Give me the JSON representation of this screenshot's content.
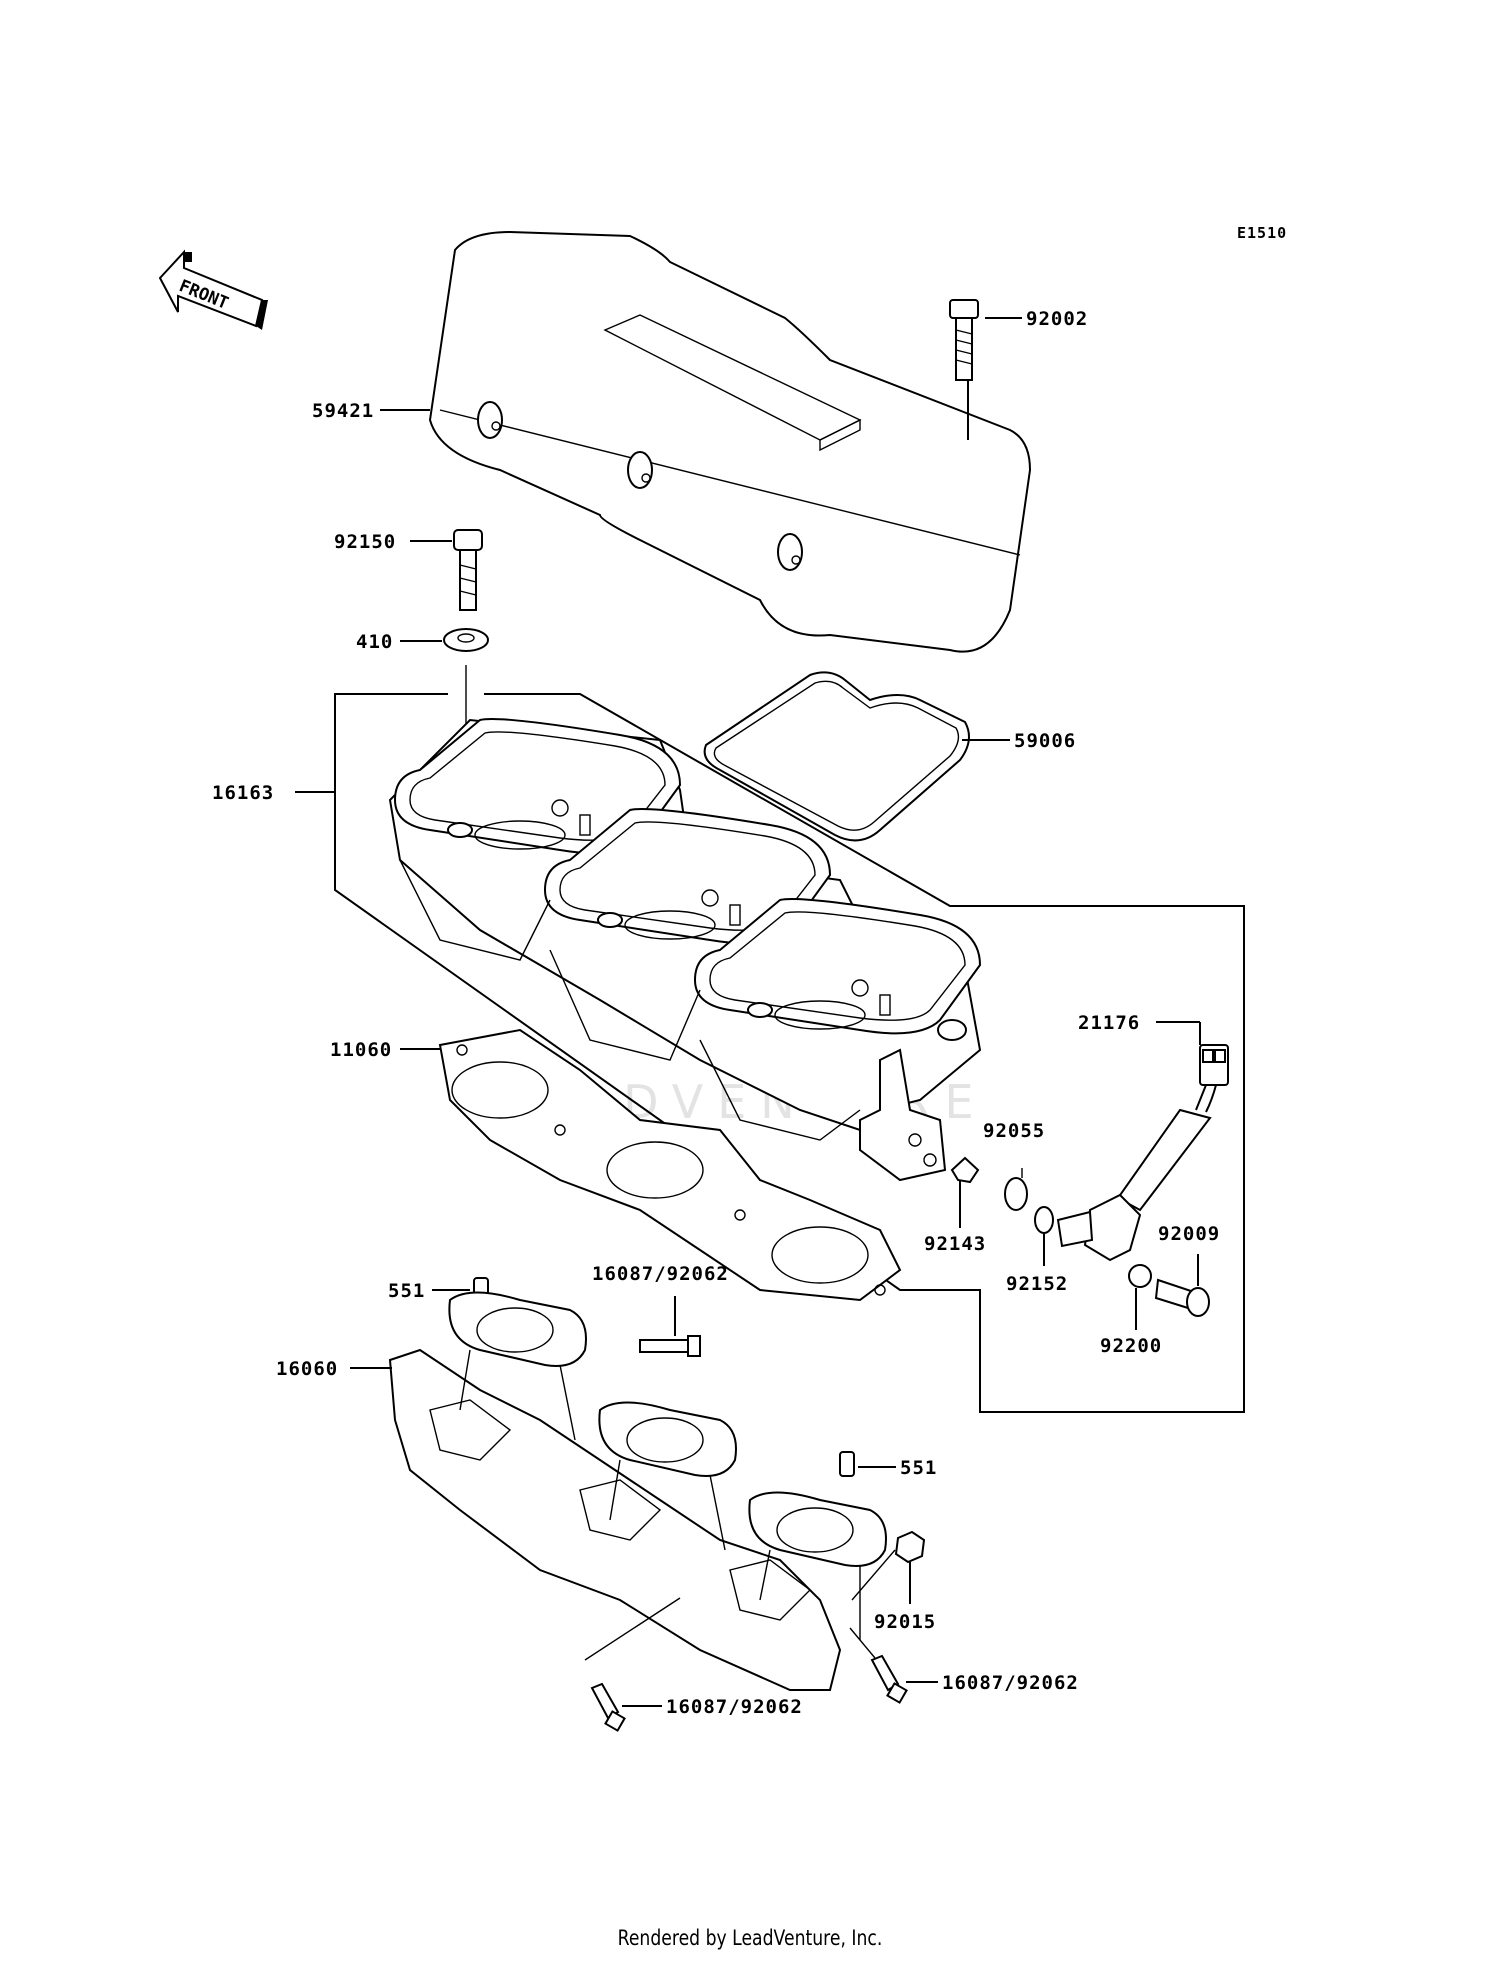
{
  "diagram_code": "E1510",
  "front_arrow_text": "FRONT",
  "watermark_text": "LEADVENTURE",
  "footer": "Rendered by LeadVenture, Inc.",
  "labels": {
    "p92002": "92002",
    "p59421": "59421",
    "p92150": "92150",
    "p410": "410",
    "p59006": "59006",
    "p16163": "16163",
    "p21176": "21176",
    "p11060": "11060",
    "p92055": "92055",
    "p92143": "92143",
    "p92152": "92152",
    "p92009": "92009",
    "p92200": "92200",
    "p551a": "551",
    "p16087a": "16087/92062",
    "p16060": "16060",
    "p551b": "551",
    "p92015": "92015",
    "p16087b": "16087/92062",
    "p16087c": "16087/92062"
  }
}
